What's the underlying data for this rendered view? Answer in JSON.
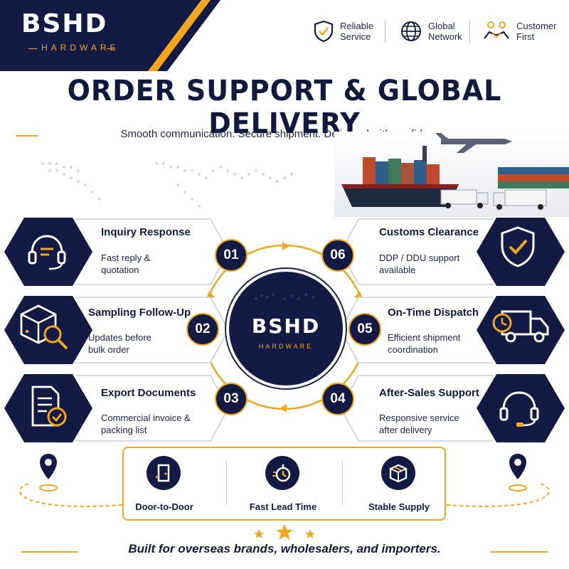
{
  "brand": {
    "name": "BSHD",
    "tagline": "HARDWARE"
  },
  "badges": [
    {
      "icon": "shield-check-icon",
      "text": "Reliable\nService"
    },
    {
      "icon": "globe-icon",
      "text": "Global\nNetwork"
    },
    {
      "icon": "handshake-icon",
      "text": "Customer\nFirst"
    }
  ],
  "title": "ORDER SUPPORT & GLOBAL DELIVERY",
  "subtitle": "Smooth communication. Secure shipment. Delivered with confidence.",
  "steps": [
    {
      "num": "01",
      "title": "Inquiry Response",
      "desc": "Fast reply &\nquotation",
      "icon": "headset-chat-icon"
    },
    {
      "num": "02",
      "title": "Sampling Follow-Up",
      "desc": "Updates before\nbulk order",
      "icon": "box-search-icon"
    },
    {
      "num": "03",
      "title": "Export Documents",
      "desc": "Commercial invoice &\npacking list",
      "icon": "document-check-icon"
    },
    {
      "num": "04",
      "title": "After-Sales Support",
      "desc": "Responsive service\nafter delivery",
      "icon": "headset-icon"
    },
    {
      "num": "05",
      "title": "On-Time Dispatch",
      "desc": "Efficient shipment\ncoordination",
      "icon": "delivery-truck-icon"
    },
    {
      "num": "06",
      "title": "Customs Clearance",
      "desc": "DDP / DDU support\navailable",
      "icon": "shield-check-icon"
    }
  ],
  "features": [
    {
      "label": "Door-to-Door",
      "icon": "door-icon"
    },
    {
      "label": "Fast Lead Time",
      "icon": "stopwatch-icon"
    },
    {
      "label": "Stable Supply",
      "icon": "box-icon"
    }
  ],
  "footer": "Built for overseas brands, wholesalers, and importers.",
  "colors": {
    "navy": "#131b45",
    "gold": "#f2a51f",
    "text": "#1b2447"
  }
}
